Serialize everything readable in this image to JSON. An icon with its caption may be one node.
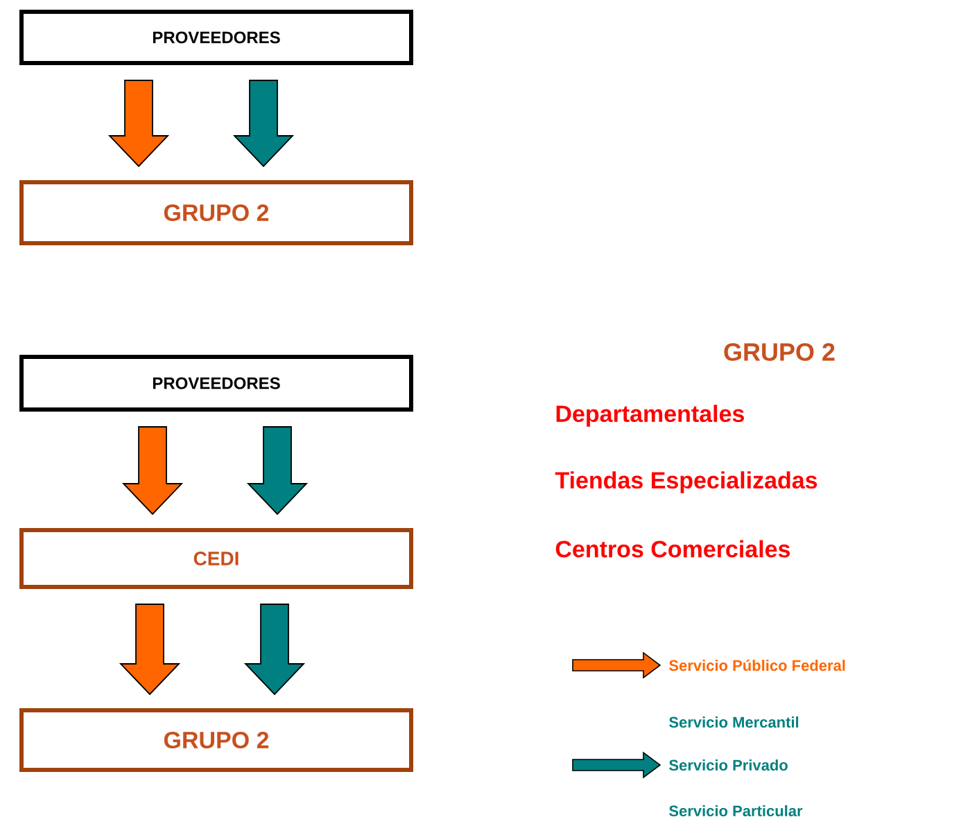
{
  "diagram": {
    "nodes": [
      {
        "text": [
          "PROVEEDORES"
        ]
      },
      {
        "text": [
          "GRUPO 2"
        ]
      },
      {
        "text": [
          "PROVEEDORES"
        ]
      },
      {
        "text": [
          "CEDI"
        ]
      },
      {
        "text": [
          "GRUPO 2"
        ]
      }
    ],
    "edges": [
      {
        "from": 0,
        "to": 1,
        "arrow": "to",
        "style": "thick",
        "color": "#ff6600"
      },
      {
        "from": 0,
        "to": 1,
        "arrow": "to",
        "style": "thick",
        "color": "#008080"
      },
      {
        "from": 2,
        "to": 3,
        "arrow": "to",
        "style": "thick",
        "color": "#ff6600"
      },
      {
        "from": 2,
        "to": 3,
        "arrow": "to",
        "style": "thick",
        "color": "#008080"
      },
      {
        "from": 3,
        "to": 4,
        "arrow": "to",
        "style": "thick",
        "color": "#ff6600"
      },
      {
        "from": 3,
        "to": 4,
        "arrow": "to",
        "style": "thick",
        "color": "#008080"
      }
    ],
    "labels": [
      "GRUPO 2",
      "Departamentales",
      "Tiendas Especializadas",
      "Centros Comerciales"
    ],
    "legend": [
      {
        "text": "Servicio Público Federal",
        "color": "#ff6600"
      },
      {
        "text": "Servicio Mercantil"
      },
      {
        "text": "Servicio Privado",
        "color": "#008080"
      },
      {
        "text": "Servicio Particular"
      }
    ]
  }
}
